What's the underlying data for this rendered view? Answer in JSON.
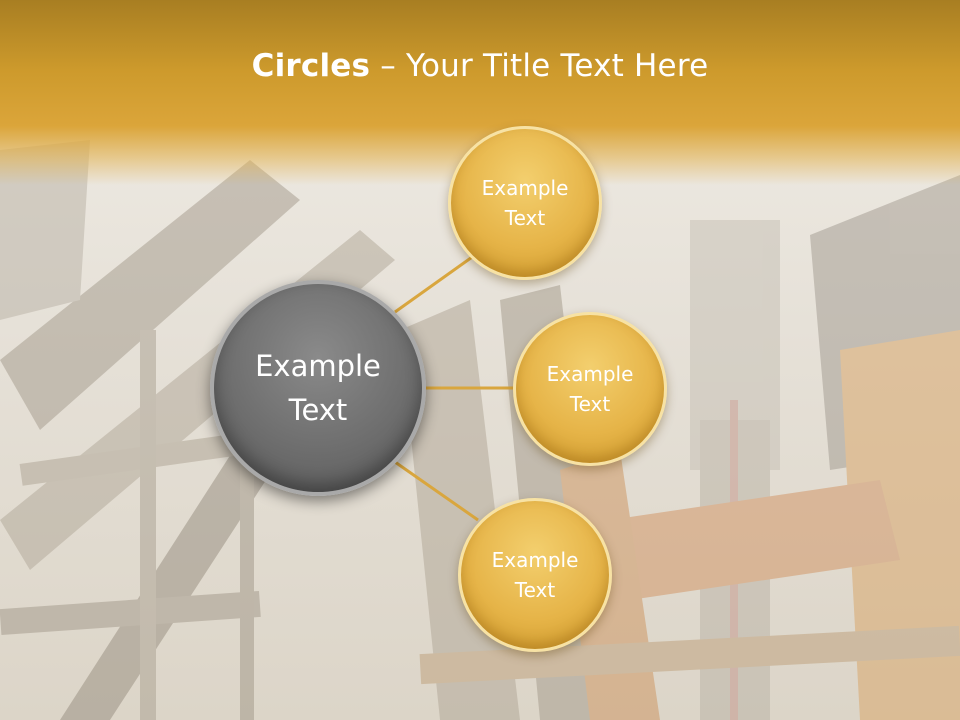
{
  "title": {
    "bold": "Circles",
    "rest": " – Your Title Text Here"
  },
  "diagram": {
    "center": {
      "label": "Example\nText"
    },
    "nodes": [
      {
        "label": "Example\nText"
      },
      {
        "label": "Example\nText"
      },
      {
        "label": "Example\nText"
      }
    ]
  },
  "colors": {
    "accent": "#dba53a",
    "connector": "#d9a63e",
    "center_fill": "#6e6e6e"
  }
}
